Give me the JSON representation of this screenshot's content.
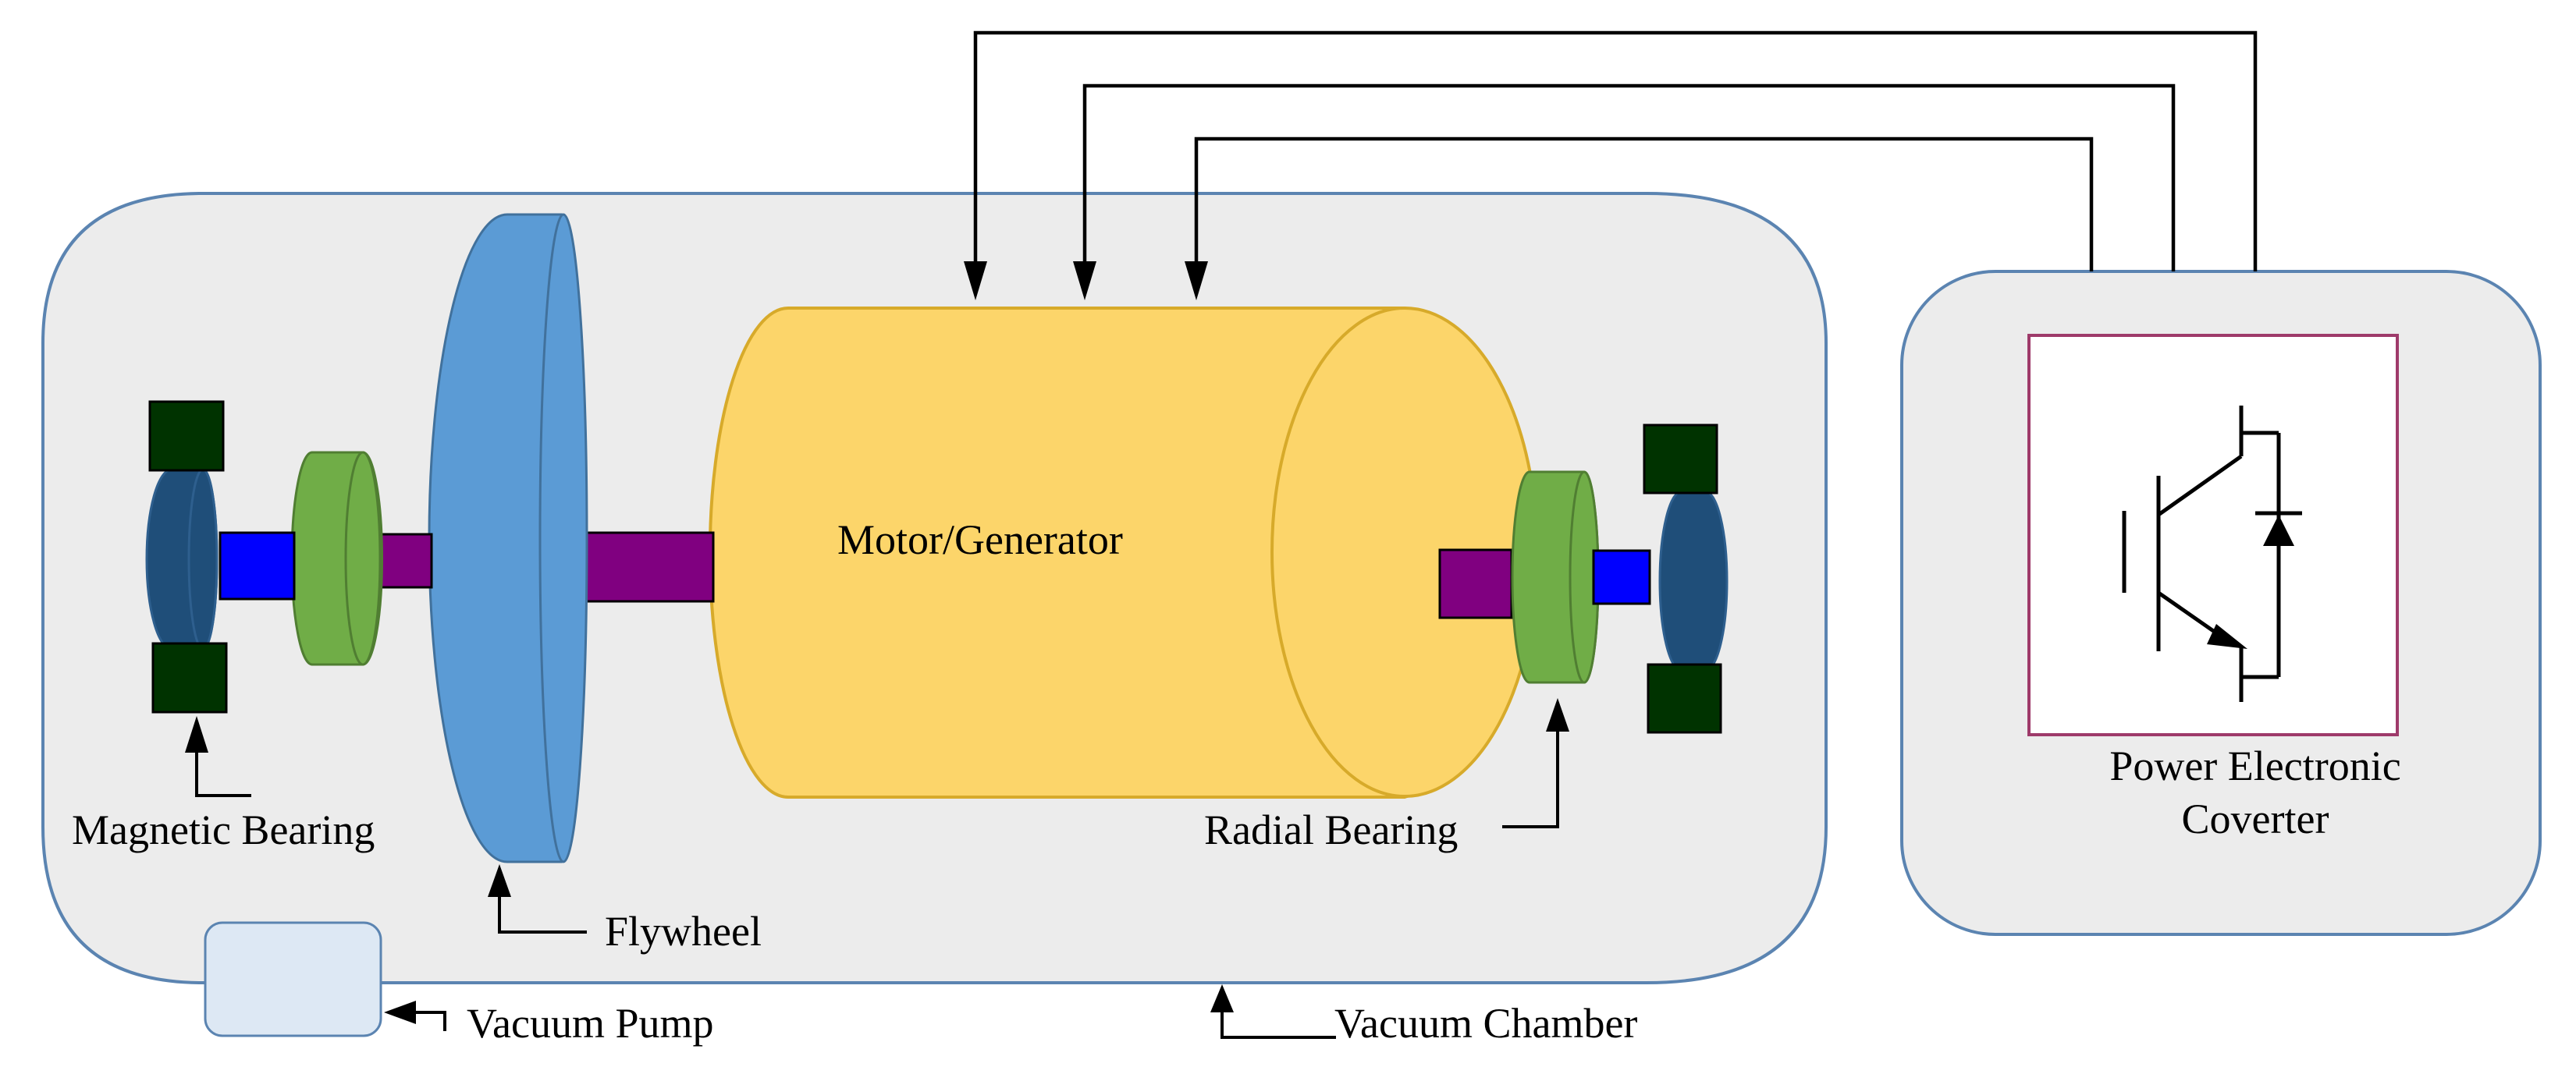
{
  "labels": {
    "motor_generator": "Motor/Generator",
    "magnetic_bearing": "Magnetic Bearing",
    "flywheel": "Flywheel",
    "radial_bearing": "Radial Bearing",
    "vacuum_pump": "Vacuum Pump",
    "vacuum_chamber": "Vacuum Chamber",
    "converter_line1": "Power Electronic",
    "converter_line2": "Coverter"
  },
  "colors": {
    "chamber_fill": "#ececec",
    "chamber_stroke": "#5b84b1",
    "flywheel": "#5b9bd5",
    "motor": "#fcd56a",
    "motor_stroke": "#d7aa2a",
    "radial_bearing": "#70ad47",
    "magnetic_core": "#1f4e79",
    "magnet_block": "#003300",
    "coupling_blue": "#0000ff",
    "shaft_purple": "#800080",
    "pump_fill": "#dde8f4",
    "converter_frame": "#9e3a6a"
  },
  "icons": {
    "converter_symbol": "igbt-with-diode-icon"
  }
}
